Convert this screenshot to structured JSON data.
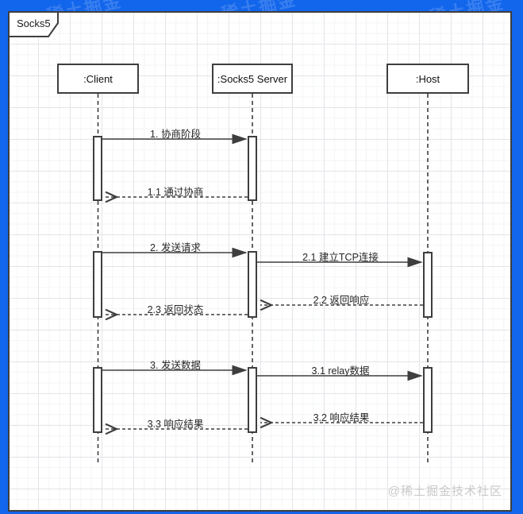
{
  "frame": {
    "label": "Socks5"
  },
  "actors": [
    {
      "name": ":Client"
    },
    {
      "name": ":Socks5 Server"
    },
    {
      "name": ":Host"
    }
  ],
  "messages": [
    {
      "label": "1. 协商阶段",
      "from": ":Client",
      "to": ":Socks5 Server",
      "style": "solid"
    },
    {
      "label": "1.1 通过协商",
      "from": ":Socks5 Server",
      "to": ":Client",
      "style": "dashed-return"
    },
    {
      "label": "2. 发送请求",
      "from": ":Client",
      "to": ":Socks5 Server",
      "style": "solid"
    },
    {
      "label": "2.1 建立TCP连接",
      "from": ":Socks5 Server",
      "to": ":Host",
      "style": "solid"
    },
    {
      "label": "2.2 返回响应",
      "from": ":Host",
      "to": ":Socks5 Server",
      "style": "dashed-return"
    },
    {
      "label": "2.3 返回状态",
      "from": ":Socks5 Server",
      "to": ":Client",
      "style": "dashed-return"
    },
    {
      "label": "3. 发送数据",
      "from": ":Client",
      "to": ":Socks5 Server",
      "style": "solid"
    },
    {
      "label": "3.1 relay数据",
      "from": ":Socks5 Server",
      "to": ":Host",
      "style": "solid"
    },
    {
      "label": "3.2 响应结果",
      "from": ":Host",
      "to": ":Socks5 Server",
      "style": "dashed-return"
    },
    {
      "label": "3.3 响应结果",
      "from": ":Socks5 Server",
      "to": ":Client",
      "style": "dashed-return"
    }
  ],
  "watermark": {
    "bottom": "@稀土掘金技术社区",
    "border": "稀土掘金"
  },
  "colors": {
    "border_blue": "#1266EC",
    "stroke": "#3e3e3e",
    "grid_minor": "#f3f4f6",
    "grid_major": "#e3e5e9",
    "watermark_gray": "#c9c9c9"
  }
}
